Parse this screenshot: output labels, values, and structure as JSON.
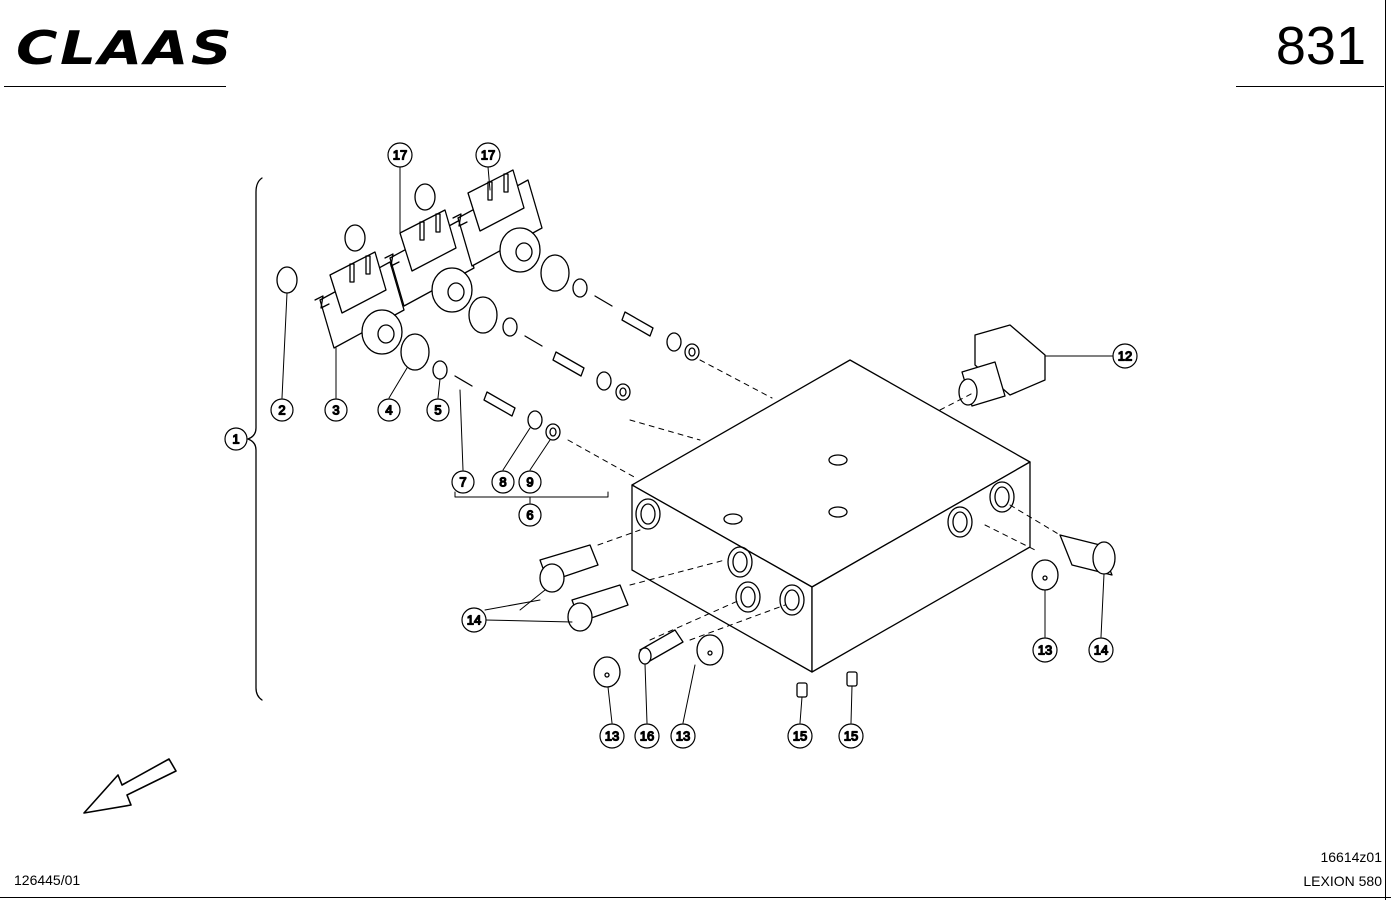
{
  "header": {
    "brand_logo": "CLAAS",
    "page_number": "831"
  },
  "footer": {
    "document_number": "126445/01",
    "drawing_code": "16614z01",
    "model": "LEXION 580"
  },
  "callouts": [
    {
      "label": "1"
    },
    {
      "label": "2"
    },
    {
      "label": "3"
    },
    {
      "label": "4"
    },
    {
      "label": "5"
    },
    {
      "label": "6"
    },
    {
      "label": "7"
    },
    {
      "label": "8"
    },
    {
      "label": "9"
    },
    {
      "label": "12"
    },
    {
      "label": "13"
    },
    {
      "label": "13"
    },
    {
      "label": "13"
    },
    {
      "label": "14"
    },
    {
      "label": "14"
    },
    {
      "label": "15"
    },
    {
      "label": "15"
    },
    {
      "label": "16"
    },
    {
      "label": "17"
    },
    {
      "label": "17"
    }
  ],
  "icons": {
    "direction_arrow": "arrow-down-left-icon"
  }
}
